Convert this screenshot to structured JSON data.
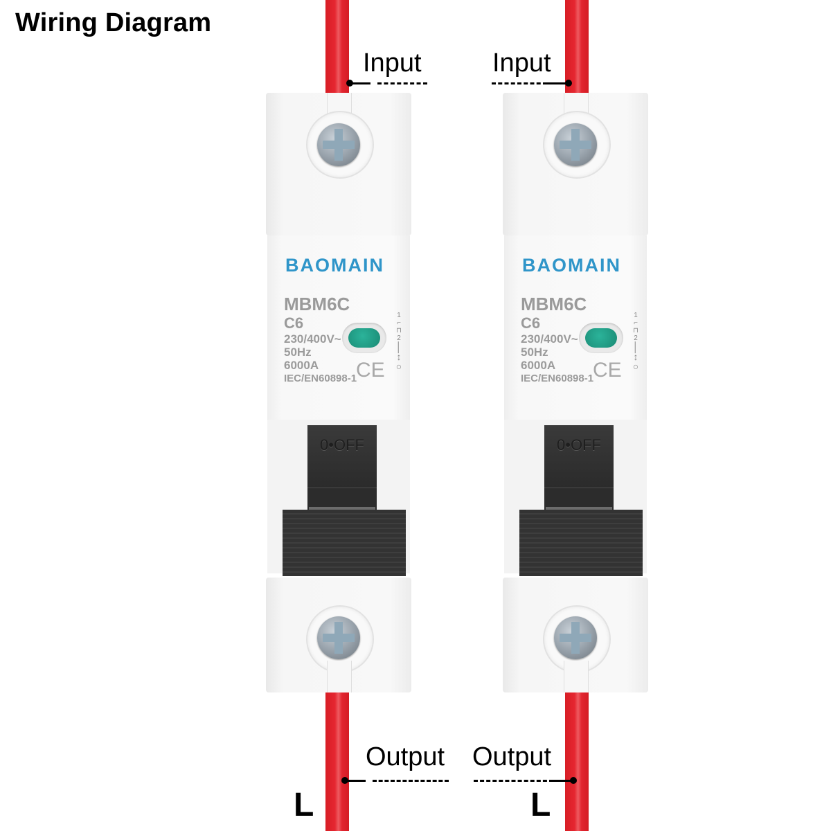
{
  "title": "Wiring Diagram",
  "breakers": [
    {
      "brand": "BAOMAIN",
      "model": "MBM6C",
      "rating": "C6",
      "voltage": "230/400V~",
      "frequency": "50Hz",
      "breaking_capacity": "6000A",
      "standard": "IEC/EN60898-1",
      "certification": "CE",
      "handle_text": "0•OFF",
      "symbol_top": "1",
      "symbol_bottom": "2",
      "input_label": "Input",
      "output_label": "Output",
      "line_label": "L"
    },
    {
      "brand": "BAOMAIN",
      "model": "MBM6C",
      "rating": "C6",
      "voltage": "230/400V~",
      "frequency": "50Hz",
      "breaking_capacity": "6000A",
      "standard": "IEC/EN60898-1",
      "certification": "CE",
      "handle_text": "0•OFF",
      "symbol_top": "1",
      "symbol_bottom": "2",
      "input_label": "Input",
      "output_label": "Output",
      "line_label": "L"
    }
  ],
  "colors": {
    "wire": "#e0232b",
    "brand": "#2f95c9",
    "indicator": "#1f9e85",
    "handle": "#2f2f2f"
  }
}
